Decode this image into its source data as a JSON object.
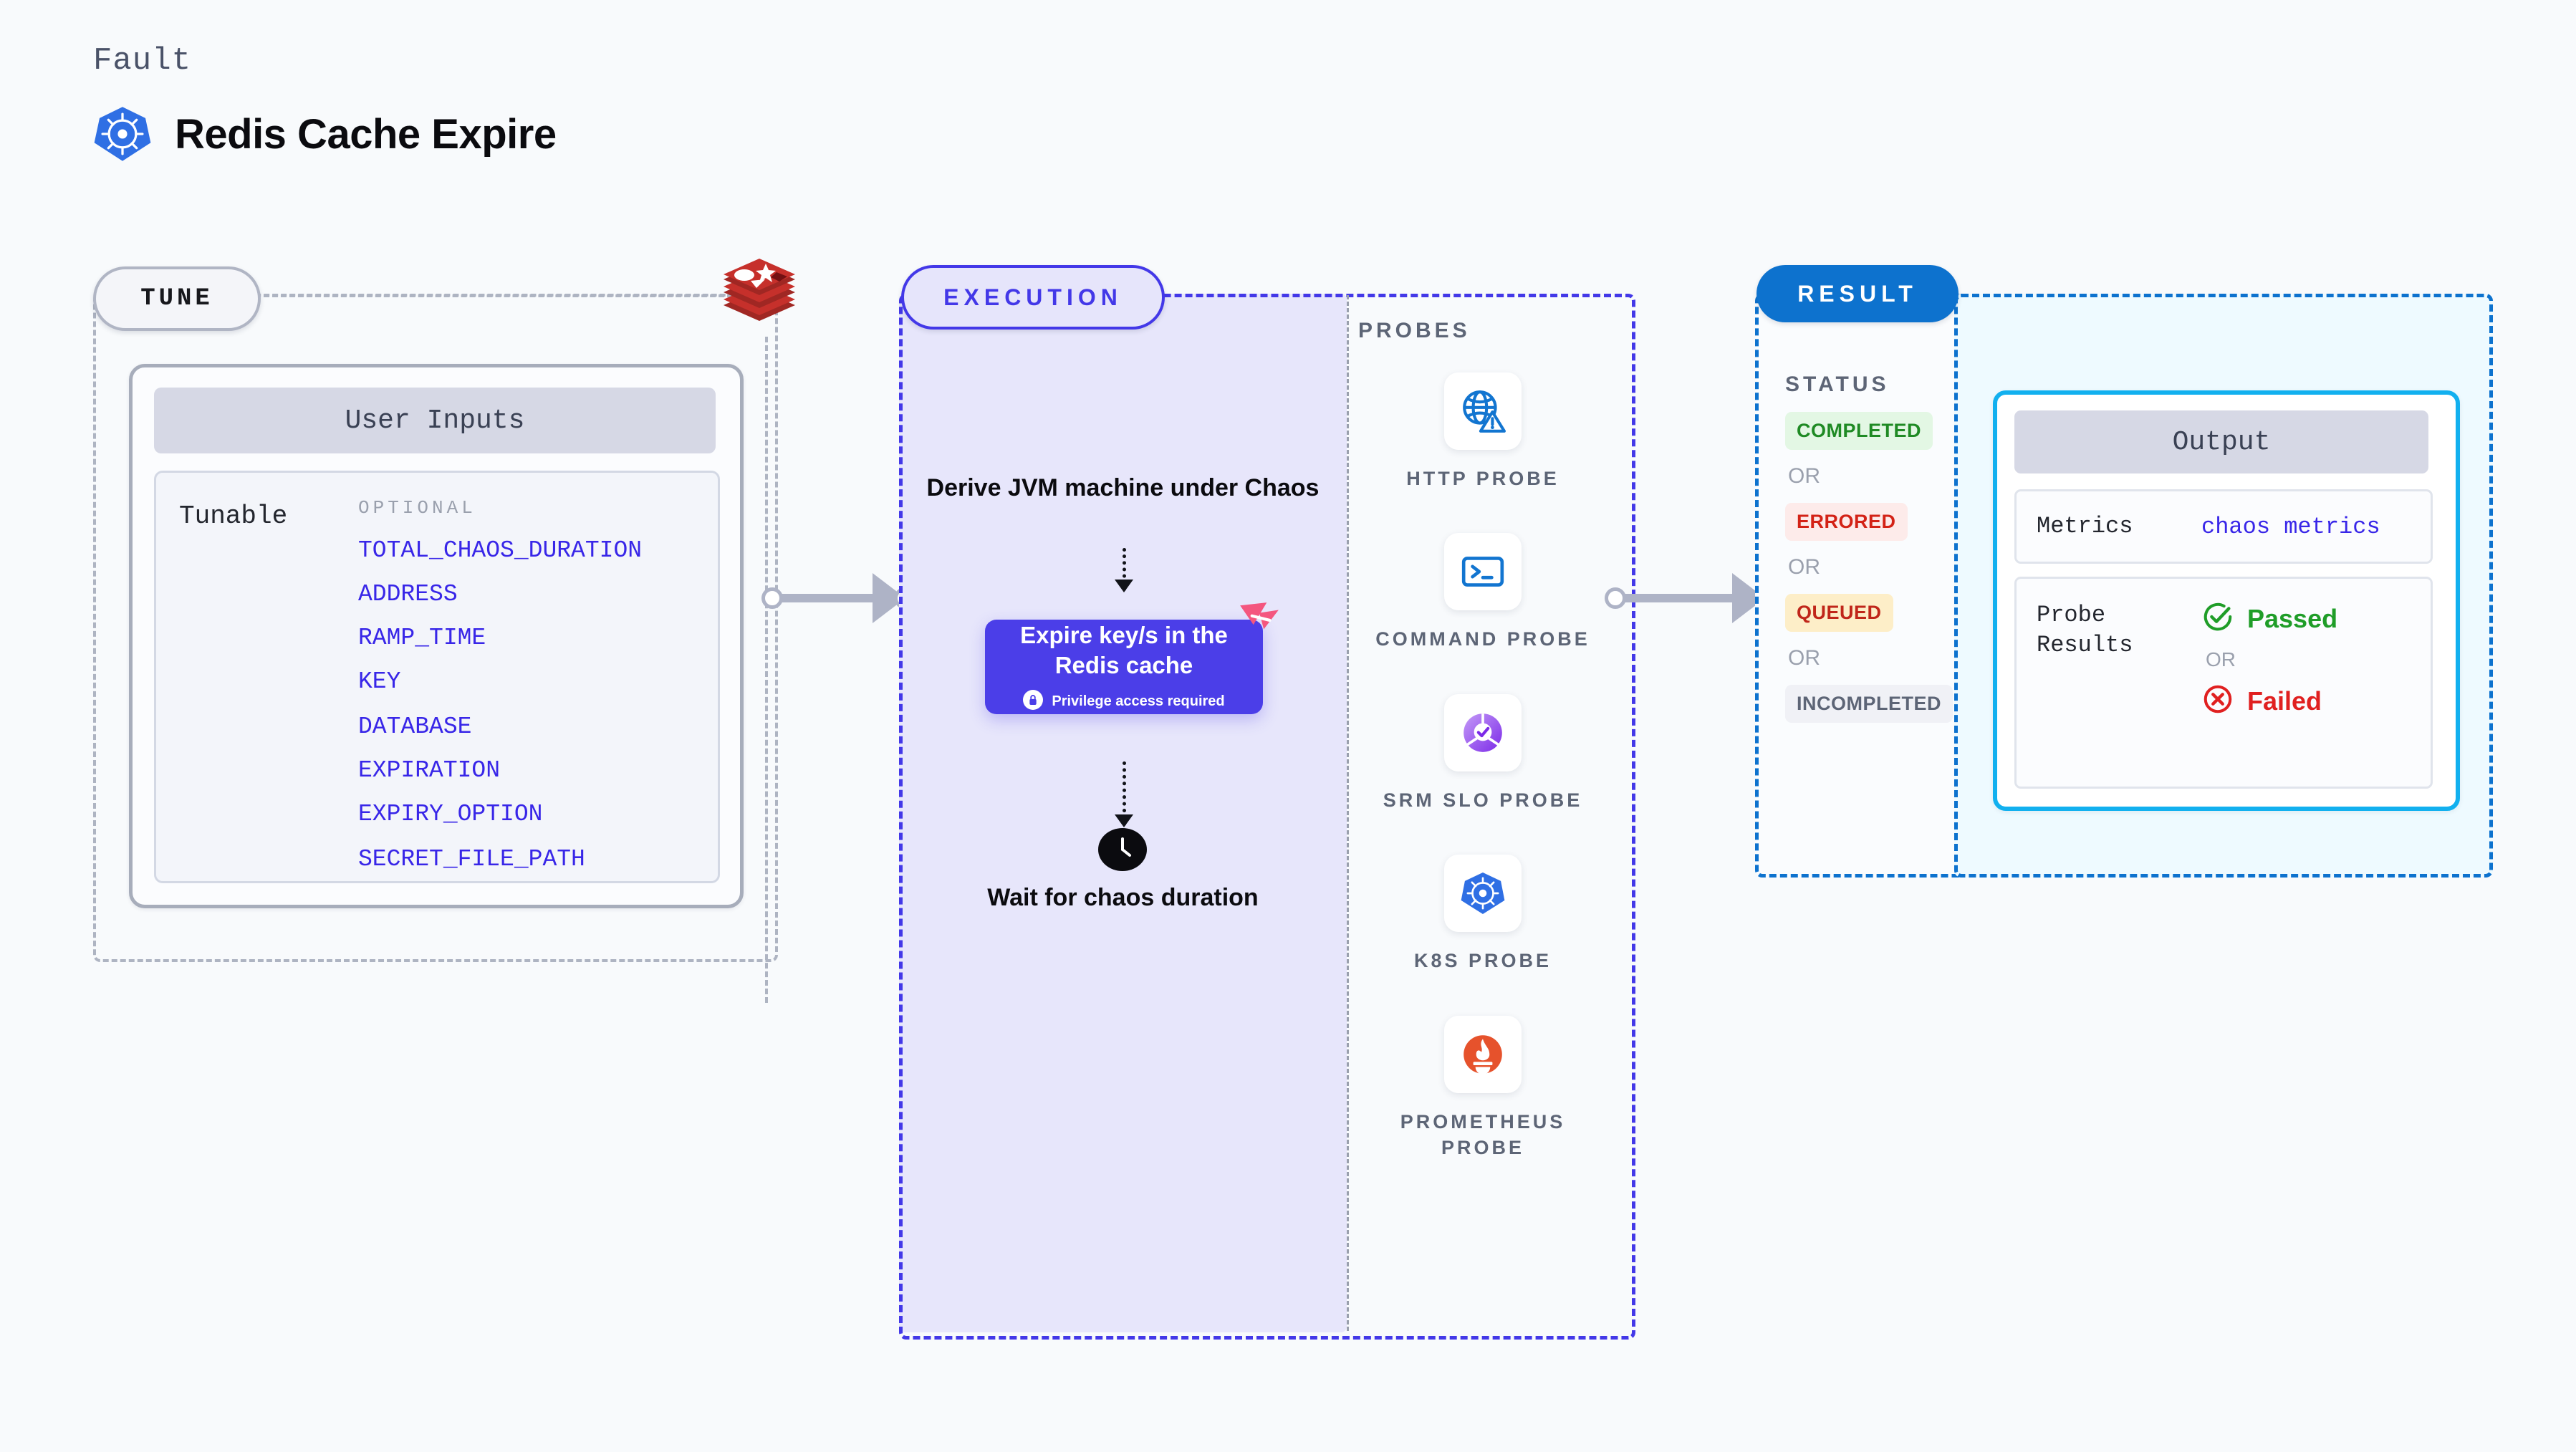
{
  "header": {
    "eyebrow": "Fault",
    "title": "Redis Cache Expire",
    "logo_icon": "kubernetes-icon"
  },
  "tune": {
    "pill_label": "TUNE",
    "platform_icon": "redis-logo-icon",
    "card_title": "User Inputs",
    "tunable_label": "Tunable",
    "optional_label": "OPTIONAL",
    "tunables": [
      "TOTAL_CHAOS_DURATION",
      "ADDRESS",
      "RAMP_TIME",
      "KEY",
      "DATABASE",
      "EXPIRATION",
      "EXPIRY_OPTION",
      "SECRET_FILE_PATH"
    ]
  },
  "execution": {
    "pill_label": "EXECUTION",
    "step1": "Derive JVM machine under Chaos",
    "action_title": "Expire key/s in the Redis cache",
    "action_note": "Privilege access required",
    "action_note_icon": "lock-icon",
    "action_badge_icon": "harness-icon",
    "wait_icon": "clock-icon",
    "step2": "Wait for chaos duration"
  },
  "probes": {
    "section_label": "PROBES",
    "items": [
      {
        "name": "HTTP PROBE",
        "icon": "globe-warning-icon"
      },
      {
        "name": "COMMAND PROBE",
        "icon": "terminal-icon"
      },
      {
        "name": "SRM SLO PROBE",
        "icon": "srm-slo-donut-check-icon"
      },
      {
        "name": "K8S PROBE",
        "icon": "kubernetes-icon"
      },
      {
        "name": "PROMETHEUS PROBE",
        "icon": "prometheus-icon"
      }
    ]
  },
  "result": {
    "pill_label": "RESULT",
    "status_label": "STATUS",
    "or_label": "OR",
    "statuses": [
      {
        "label": "COMPLETED",
        "bg": "#e3f7e4",
        "fg": "#1f8a24"
      },
      {
        "label": "ERRORED",
        "bg": "#fdebea",
        "fg": "#d32216"
      },
      {
        "label": "QUEUED",
        "bg": "#fdeec8",
        "fg": "#c0261a"
      },
      {
        "label": "INCOMPLETED",
        "bg": "#f0f1f6",
        "fg": "#5d6576"
      }
    ],
    "output": {
      "header": "Output",
      "metrics_key": "Metrics",
      "metrics_value": "chaos metrics",
      "probe_results_key": "Probe Results",
      "passed_label": "Passed",
      "passed_icon": "check-circle-icon",
      "failed_label": "Failed",
      "failed_icon": "x-circle-icon",
      "or_label": "OR"
    }
  },
  "colors": {
    "execution_purple": "#4338e8",
    "action_purple": "#4b3ee8",
    "result_blue": "#0d72ce",
    "output_cyan": "#12b0ef",
    "tunable_blue": "#3826e8",
    "passed_green": "#1f9d28",
    "failed_red": "#e02020",
    "harness_pink": "#f4567f"
  }
}
